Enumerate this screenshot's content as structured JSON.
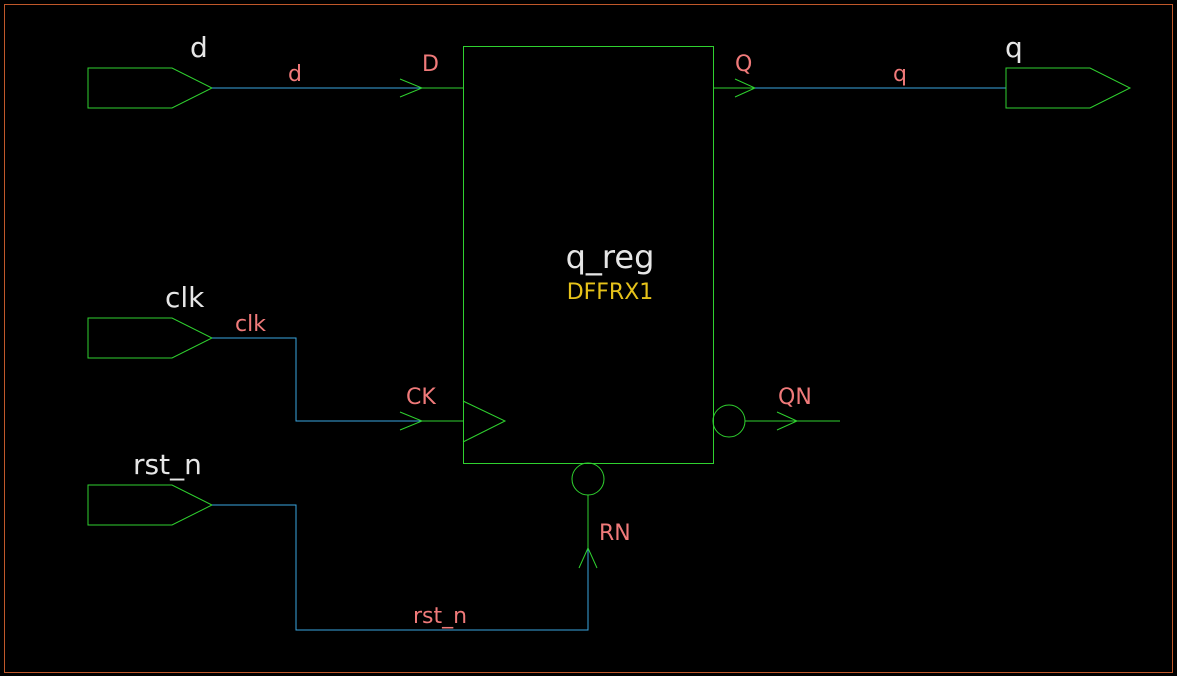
{
  "ports": {
    "d": "d",
    "clk": "clk",
    "rst_n": "rst_n",
    "q": "q"
  },
  "nets": {
    "d": "d",
    "clk": "clk",
    "rst_n": "rst_n",
    "q": "q"
  },
  "cell": {
    "instance": "q_reg",
    "type": "DFFRX1",
    "pins": {
      "D": "D",
      "CK": "CK",
      "RN": "RN",
      "Q": "Q",
      "QN": "QN"
    }
  },
  "colors": {
    "background": "#000000",
    "frame": "#c0582a",
    "symbol": "#2fd12f",
    "wire": "#3aa6e0",
    "label": "#f07a7a",
    "port_name": "#e6e6e6",
    "cell_type": "#e6c21a"
  }
}
